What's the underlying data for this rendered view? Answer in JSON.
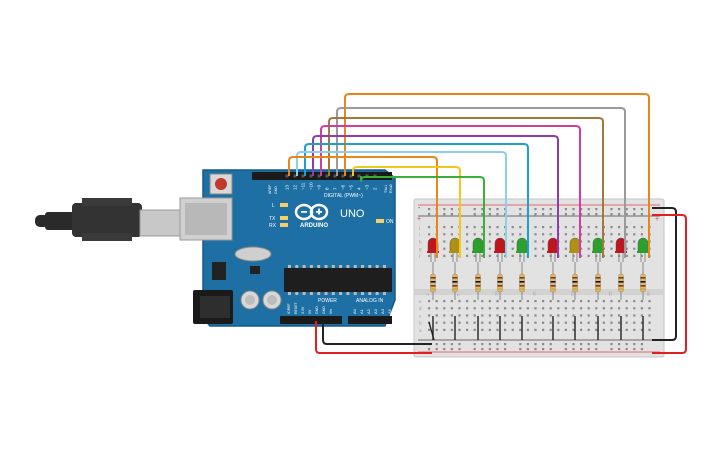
{
  "board": {
    "brand": "ARDUINO",
    "model": "UNO",
    "digital_header_label": "DIGITAL (PWM~)",
    "power_label": "POWER",
    "analog_label": "ANALOG IN",
    "on_label": "ON",
    "l_label": "L",
    "tx_label": "TX",
    "rx_label": "RX",
    "aref_label": "AREF",
    "gnd_label": "GND",
    "tx_pin_label": "TX▸1",
    "rx_pin_label": "RX◂0",
    "digital_pins": [
      "13",
      "12",
      "~11",
      "~10",
      "~9",
      "8",
      "7",
      "~6",
      "~5",
      "4",
      "~3",
      "2"
    ],
    "power_pins": [
      "IOREF",
      "RESET",
      "3.3V",
      "5V",
      "GND",
      "GND",
      "Vin"
    ],
    "analog_pins": [
      "A0",
      "A1",
      "A2",
      "A3",
      "A4",
      "A5"
    ]
  },
  "breadboard": {
    "plus_label": "+",
    "minus_label": "-",
    "row_letters_top": [
      "j",
      "i",
      "h",
      "g",
      "f"
    ],
    "row_letters_bottom": [
      "e",
      "d",
      "c",
      "b",
      "a"
    ],
    "column_numbers": [
      "1",
      "5",
      "10",
      "15",
      "20",
      "25",
      "30"
    ]
  },
  "leds": [
    {
      "color": "#c0151c"
    },
    {
      "color": "#b09013"
    },
    {
      "color": "#2ca02c"
    },
    {
      "color": "#c0151c"
    },
    {
      "color": "#2ca02c"
    },
    {
      "color": "#c0151c"
    },
    {
      "color": "#b09013"
    },
    {
      "color": "#2ca02c"
    },
    {
      "color": "#c0151c"
    },
    {
      "color": "#2ca02c"
    }
  ],
  "wires": [
    {
      "color": "#e8861a"
    },
    {
      "color": "#9a9a9a"
    },
    {
      "color": "#a07a3c"
    },
    {
      "color": "#d23ca0"
    },
    {
      "color": "#8e3cb0"
    },
    {
      "color": "#1fa0c8"
    },
    {
      "color": "#8ad0e8"
    },
    {
      "color": "#e8861a"
    },
    {
      "color": "#f0c81e"
    },
    {
      "color": "#3cae3c"
    }
  ],
  "colors": {
    "board": "#1d6fa4",
    "breadboard": "#e2e2e2",
    "red_wire": "#e02020",
    "black_wire": "#222222"
  }
}
